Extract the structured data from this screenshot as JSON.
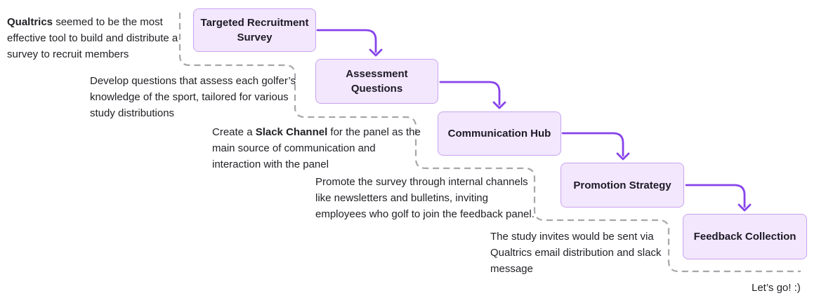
{
  "flow": {
    "steps": [
      {
        "label": "Targeted Recruitment Survey"
      },
      {
        "label": "Assessment Questions"
      },
      {
        "label": "Communication Hub"
      },
      {
        "label": "Promotion Strategy"
      },
      {
        "label": "Feedback Collection"
      }
    ]
  },
  "annotations": [
    {
      "lines": [
        {
          "pre": "",
          "bold": "Qualtrics",
          "post": " seemed to be the most"
        },
        {
          "pre": "effective tool to build and distribute a",
          "bold": "",
          "post": ""
        },
        {
          "pre": "survey to recruit members",
          "bold": "",
          "post": ""
        }
      ]
    },
    {
      "lines": [
        {
          "pre": "Develop questions that assess each golfer’s",
          "bold": "",
          "post": ""
        },
        {
          "pre": "knowledge of the sport, tailored for various",
          "bold": "",
          "post": ""
        },
        {
          "pre": "study distributions",
          "bold": "",
          "post": ""
        }
      ]
    },
    {
      "lines": [
        {
          "pre": "Create a ",
          "bold": "Slack Channel",
          "post": " for the panel as the"
        },
        {
          "pre": "main source of communication and",
          "bold": "",
          "post": ""
        },
        {
          "pre": "interaction with the panel",
          "bold": "",
          "post": ""
        }
      ]
    },
    {
      "lines": [
        {
          "pre": "Promote the survey through internal channels",
          "bold": "",
          "post": ""
        },
        {
          "pre": "like newsletters and bulletins, inviting",
          "bold": "",
          "post": ""
        },
        {
          "pre": "employees who golf to join the feedback panel.",
          "bold": "",
          "post": ""
        }
      ]
    },
    {
      "lines": [
        {
          "pre": "The study invites would be sent via",
          "bold": "",
          "post": ""
        },
        {
          "pre": "Qualtrics email distribution and slack",
          "bold": "",
          "post": ""
        },
        {
          "pre": "message",
          "bold": "",
          "post": ""
        }
      ]
    }
  ],
  "footer": {
    "lets_go": "Let’s go! :)"
  },
  "colors": {
    "accent_purple": "#8743ea",
    "box_fill": "#f2e7fd",
    "box_border": "#c9a3ef",
    "dashed_gray": "#a6a6ab",
    "text_dark": "#222126"
  }
}
